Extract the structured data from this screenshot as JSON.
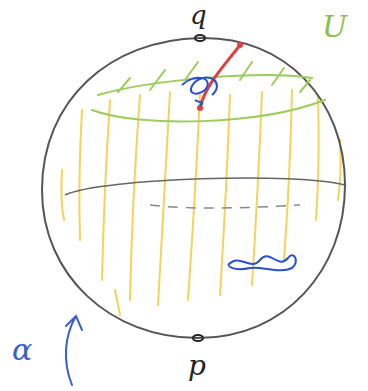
{
  "diagram": {
    "labels": [
      "q",
      "U",
      "p",
      "α"
    ]
  }
}
